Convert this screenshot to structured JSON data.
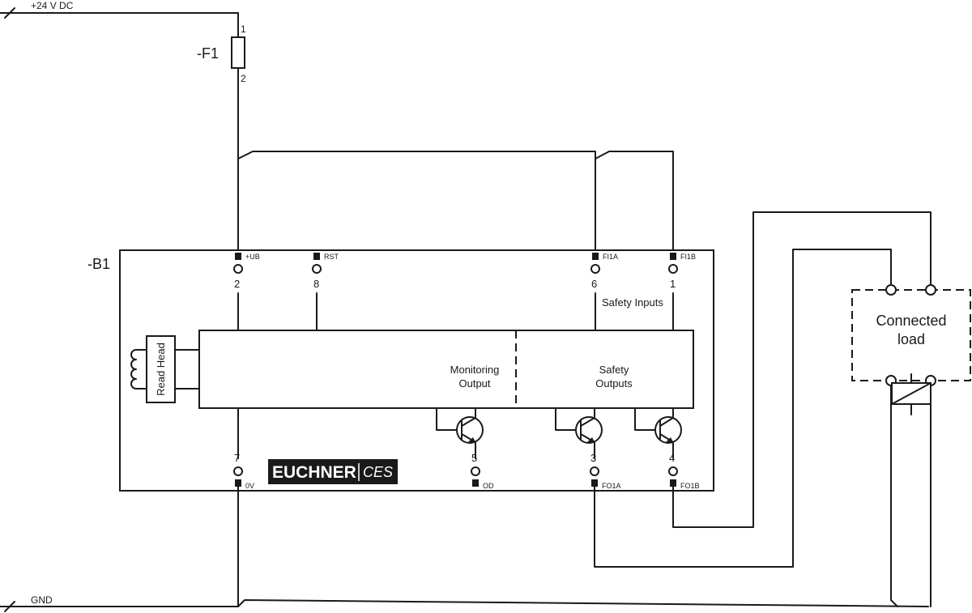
{
  "supply": {
    "positive": "+24 V DC",
    "ground": "GND"
  },
  "fuse": {
    "label": "-F1",
    "pin_top": "1",
    "pin_bottom": "2"
  },
  "device": {
    "label": "-B1",
    "read_head": "Read Head",
    "monitoring_output": [
      "Monitoring",
      "Output"
    ],
    "safety_outputs": [
      "Safety",
      "Outputs"
    ],
    "safety_inputs": "Safety Inputs",
    "logo": {
      "brand": "EUCHNER",
      "product": "CES"
    },
    "terminals": {
      "ub": {
        "name": "+UB",
        "number": "2"
      },
      "rst": {
        "name": "RST",
        "number": "8"
      },
      "fi1a": {
        "name": "FI1A",
        "number": "6"
      },
      "fi1b": {
        "name": "FI1B",
        "number": "1"
      },
      "ov": {
        "name": "0V",
        "number": "7"
      },
      "od": {
        "name": "OD",
        "number": "5"
      },
      "fo1a": {
        "name": "FO1A",
        "number": "3"
      },
      "fo1b": {
        "name": "FO1B",
        "number": "4"
      }
    }
  },
  "load": {
    "label": [
      "Connected",
      "load"
    ]
  }
}
